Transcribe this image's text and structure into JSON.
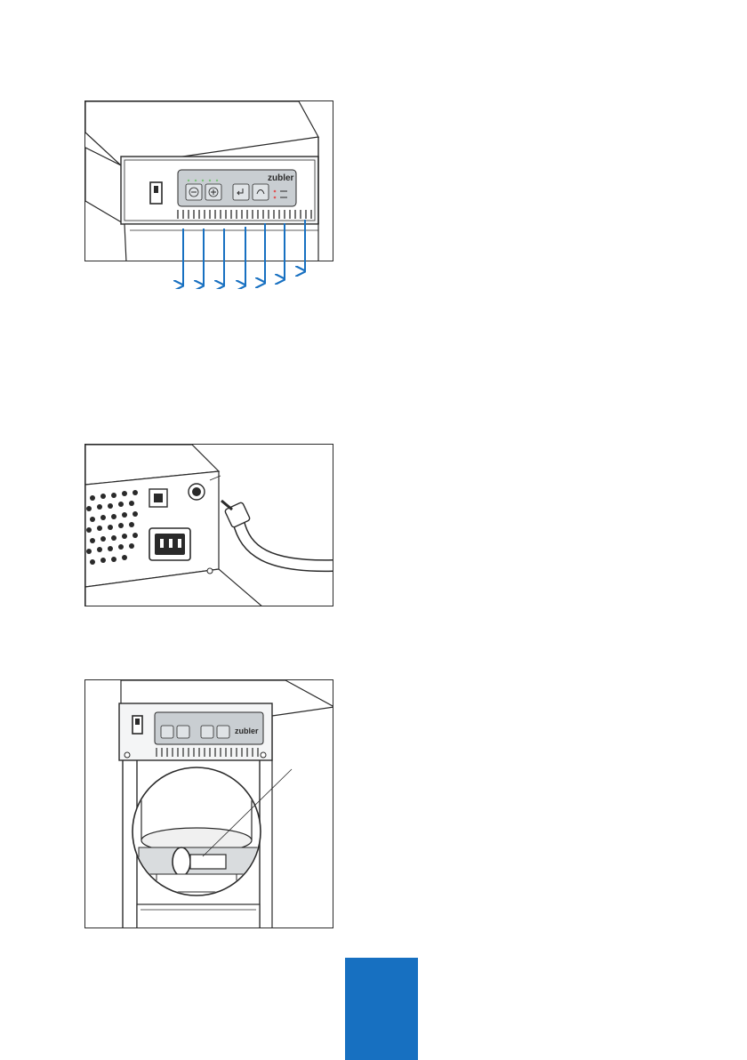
{
  "figures": [
    {
      "id": "fig1",
      "brand_logo": "zubler",
      "callout_count": 7
    },
    {
      "id": "fig2"
    },
    {
      "id": "fig3",
      "brand_logo": "zubler"
    }
  ],
  "colors": {
    "accent_blue": "#1770c1",
    "line": "#2a2a2a",
    "panel_gray": "#c9ced2"
  },
  "icons": {
    "minus": "minus-icon",
    "plus": "plus-icon",
    "enter": "enter-icon",
    "vacuum": "vacuum-icon",
    "power_switch": "power-switch-icon"
  }
}
